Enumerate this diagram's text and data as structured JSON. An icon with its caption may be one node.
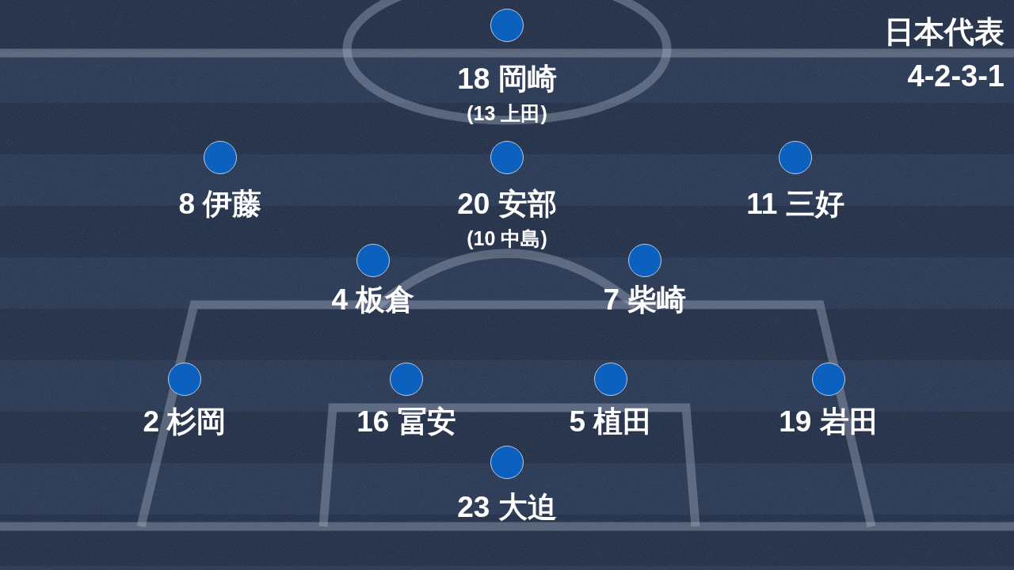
{
  "diagram": {
    "title": "日本代表",
    "nodes": [
      {
        "text": [],
        "shape": "circle",
        "beside": [
          "18 岡崎",
          "(13 上田)"
        ]
      },
      {
        "text": [],
        "shape": "circle",
        "beside": [
          "8 伊藤"
        ]
      },
      {
        "text": [],
        "shape": "circle",
        "beside": [
          "20 安部",
          "(10 中島)"
        ]
      },
      {
        "text": [],
        "shape": "circle",
        "beside": [
          "11 三好"
        ]
      },
      {
        "text": [],
        "shape": "circle",
        "beside": [
          "4 板倉"
        ]
      },
      {
        "text": [],
        "shape": "circle",
        "beside": [
          "7 柴崎"
        ]
      },
      {
        "text": [],
        "shape": "circle",
        "beside": [
          "2 杉岡"
        ]
      },
      {
        "text": [],
        "shape": "circle",
        "beside": [
          "16 冨安"
        ]
      },
      {
        "text": [],
        "shape": "circle",
        "beside": [
          "5 植田"
        ]
      },
      {
        "text": [],
        "shape": "circle",
        "beside": [
          "19 岩田"
        ]
      },
      {
        "text": [],
        "shape": "circle",
        "beside": [
          "23 大迫"
        ]
      }
    ],
    "labels": [
      "4-2-3-1"
    ]
  }
}
